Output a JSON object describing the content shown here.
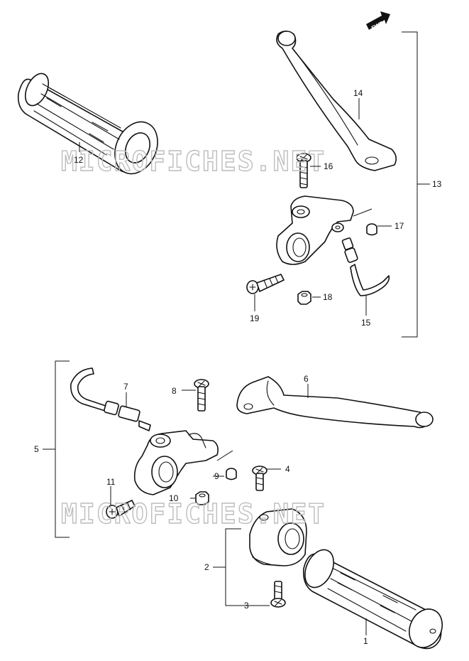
{
  "watermark": "MICROFICHES.NET",
  "direction_label": "FWD",
  "callouts": {
    "c1": "1",
    "c2": "2",
    "c3": "3",
    "c4": "4",
    "c5": "5",
    "c6": "6",
    "c7": "7",
    "c8": "8",
    "c9": "9",
    "c10": "10",
    "c11": "11",
    "c12": "12",
    "c13": "13",
    "c14": "14",
    "c15": "15",
    "c16": "16",
    "c17": "17",
    "c18": "18",
    "c19": "19"
  }
}
